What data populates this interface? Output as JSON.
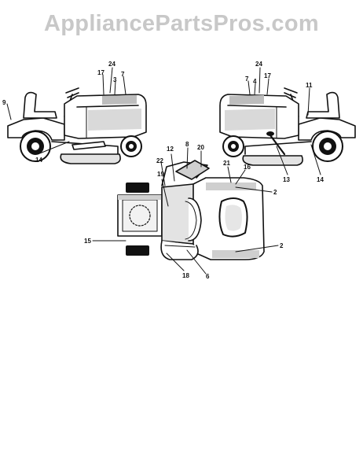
{
  "watermark": "AppliancePartsPros.com",
  "labels": {
    "l9": "9",
    "l14a": "14",
    "l24a": "24",
    "l17a": "17",
    "l3": "3",
    "l7a": "7",
    "l24b": "24",
    "l7b": "7",
    "l4": "4",
    "l17b": "17",
    "l11": "11",
    "l13": "13",
    "l14b": "14",
    "l12": "12",
    "l8": "8",
    "l20": "20",
    "l22": "22",
    "l19": "19",
    "l21": "21",
    "l16": "16",
    "l2a": "2",
    "l15": "15",
    "l2b": "2",
    "l18": "18",
    "l6": "6"
  },
  "colors": {
    "stroke": "#111111",
    "shade": "#dcdcdc",
    "watermark": "#c8c8c8"
  }
}
